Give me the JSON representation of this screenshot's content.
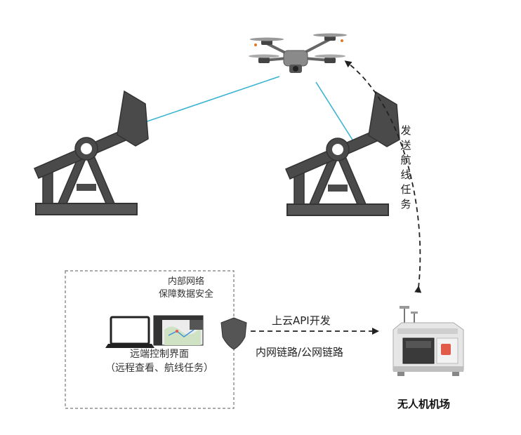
{
  "labels": {
    "internal_network_line1": "内部网络",
    "internal_network_line2": "保障数据安全",
    "remote_ui_line1": "远端控制界面",
    "remote_ui_line2": "（远程查看、航线任务）",
    "cloud_api": "上云API开发",
    "network_links": "内网链路/公网链路",
    "dock": "无人机机场",
    "send_route_chars": [
      "发",
      "送",
      "航",
      "线",
      "任",
      "务"
    ]
  },
  "colors": {
    "link_line": "#3bb4d4",
    "pump": "#4a4a4a",
    "dashed": "#222222",
    "box_dash": "#777777",
    "dock_body": "#e6e6e6",
    "dock_accent": "#e25a4a"
  },
  "icons": [
    "drone-icon",
    "pumpjack-icon",
    "laptop-icon",
    "map-screen-icon",
    "shield-icon",
    "drone-dock-icon"
  ]
}
